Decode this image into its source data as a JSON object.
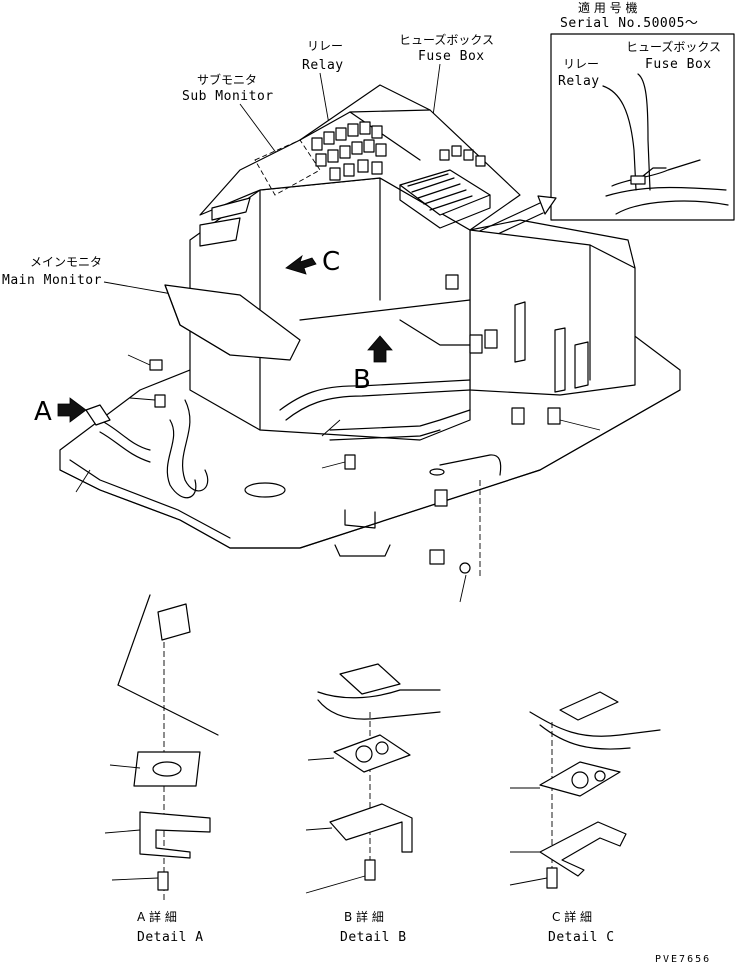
{
  "header": {
    "serial_jp": "適 用 号 機",
    "serial_en": "Serial No.50005～"
  },
  "labels": {
    "relay_jp": "リレー",
    "relay_en": "Relay",
    "fuse_jp": "ヒューズボックス",
    "fuse_en": "Fuse Box",
    "sub_monitor_jp": "サブモニタ",
    "sub_monitor_en": "Sub Monitor",
    "main_monitor_jp": "メインモニタ",
    "main_monitor_en": "Main Monitor",
    "inset_relay_jp": "リレー",
    "inset_relay_en": "Relay",
    "inset_fuse_jp": "ヒューズボックス",
    "inset_fuse_en": "Fuse Box"
  },
  "view_letters": {
    "a": "A",
    "b": "B",
    "c": "C"
  },
  "details": {
    "a_jp": "A 詳 細",
    "a_en": "Detail A",
    "b_jp": "B 詳 細",
    "b_en": "Detail B",
    "c_jp": "C 詳 細",
    "c_en": "Detail C"
  },
  "drawing_code": "PVE7656"
}
